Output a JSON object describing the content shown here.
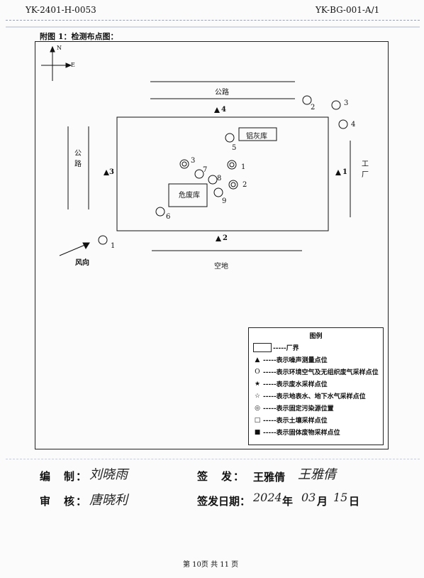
{
  "header": {
    "left_code": "YK-2401-H-0053",
    "right_code": "YK-BG-001-A/1"
  },
  "figure": {
    "caption": "附图 1：检测布点图：",
    "compass": {
      "north": "N",
      "east": "E"
    },
    "labels": {
      "road_top": "公路",
      "road_left_1": "公",
      "road_left_2": "路",
      "factory_1": "工",
      "factory_2": "厂",
      "open_land": "空地",
      "wind_dir": "风向",
      "aluminum_ash": "铝灰库",
      "hazardous": "危废库"
    },
    "noise_points": [
      "1",
      "2",
      "3",
      "4"
    ],
    "air_points_outer": [
      "1",
      "2",
      "3",
      "4"
    ],
    "air_points_inner": [
      "5",
      "6",
      "7",
      "8",
      "9"
    ],
    "sources": [
      "1",
      "2",
      "3"
    ]
  },
  "legend": {
    "title": "图例",
    "items": [
      {
        "symbol": "□",
        "text": "-----厂界"
      },
      {
        "symbol": "▲",
        "text": "-----表示噪声测量点位"
      },
      {
        "symbol": "O",
        "text": "-----表示环境空气及无组织废气采样点位"
      },
      {
        "symbol": "★",
        "text": "-----表示废水采样点位"
      },
      {
        "symbol": "☆",
        "text": "-----表示地表水、地下水气采样点位"
      },
      {
        "symbol": "◎",
        "text": "-----表示固定污染源位置"
      },
      {
        "symbol": "□",
        "text": "-----表示土壤采样点位"
      },
      {
        "symbol": "■",
        "text": "-----表示固体废物采样点位"
      }
    ]
  },
  "signatures": {
    "compiler_label": "编　制：",
    "compiler_sig": "刘晓雨",
    "issuer_label": "签　发：",
    "issuer_name": "王雅倩",
    "issuer_sig": "王雅倩",
    "reviewer_label": "审　核：",
    "reviewer_sig": "唐晓利",
    "date_label": "签发日期：",
    "date_year": "2024",
    "date_year_unit": "年",
    "date_month": "03",
    "date_month_unit": "月",
    "date_day": "15",
    "date_day_unit": "日"
  },
  "footer": {
    "page": "第 10页  共 11 页"
  }
}
